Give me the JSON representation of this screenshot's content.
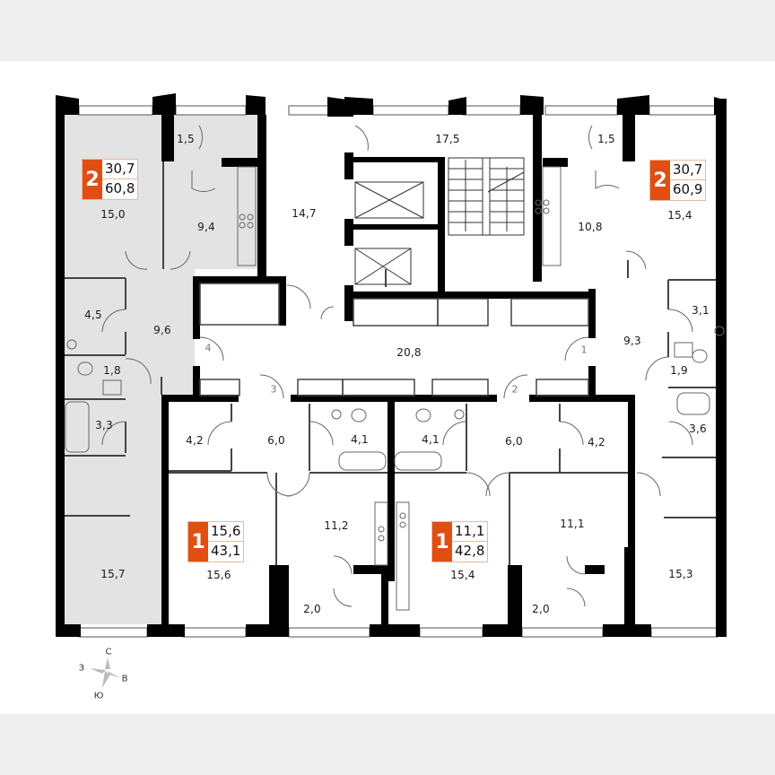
{
  "floor_plan": {
    "colors": {
      "accent": "#e14e12",
      "wall": "#000000",
      "selected_fill": "#e3e3e3",
      "background": "#ffffff",
      "page_background": "#efefef"
    },
    "apartments": [
      {
        "id": "apt-west-2room",
        "rooms": "2",
        "living_area": "30,7",
        "total_area": "60,8",
        "selected": true
      },
      {
        "id": "apt-east-2room",
        "rooms": "2",
        "living_area": "30,7",
        "total_area": "60,9",
        "selected": false
      },
      {
        "id": "apt-south-left-1room",
        "rooms": "1",
        "living_area": "15,6",
        "total_area": "43,1",
        "selected": false
      },
      {
        "id": "apt-south-right-1room",
        "rooms": "1",
        "living_area": "11,1",
        "total_area": "42,8",
        "selected": false
      }
    ],
    "room_areas": {
      "w_loggia": "1,5",
      "w_bedroom": "15,0",
      "w_kitchen": "9,4",
      "w_storage": "4,5",
      "w_hall": "9,6",
      "w_wc": "1,8",
      "w_bath": "3,3",
      "w_room2": "15,7",
      "lobby": "14,7",
      "stair_hall": "17,5",
      "corridor": "20,8",
      "e_loggia": "1,5",
      "e_kitchen": "10,8",
      "e_bedroom": "15,4",
      "e_storage": "3,1",
      "e_hall": "9,3",
      "e_wc": "1,9",
      "e_bath": "3,6",
      "e_room2": "15,3",
      "sl_storage": "4,2",
      "sl_hall": "6,0",
      "sl_bath": "4,1",
      "sl_kitchen": "11,2",
      "sl_room": "15,6",
      "sl_loggia": "2,0",
      "sr_bath": "4,1",
      "sr_hall": "6,0",
      "sr_storage": "4,2",
      "sr_kitchen": "11,1",
      "sr_room": "15,4",
      "sr_loggia": "2,0"
    },
    "apartment_door_numbers": {
      "d1": "1",
      "d2": "2",
      "d3": "3",
      "d4": "4"
    },
    "compass": {
      "north": "С",
      "east": "В",
      "south": "Ю",
      "west": "З"
    }
  }
}
